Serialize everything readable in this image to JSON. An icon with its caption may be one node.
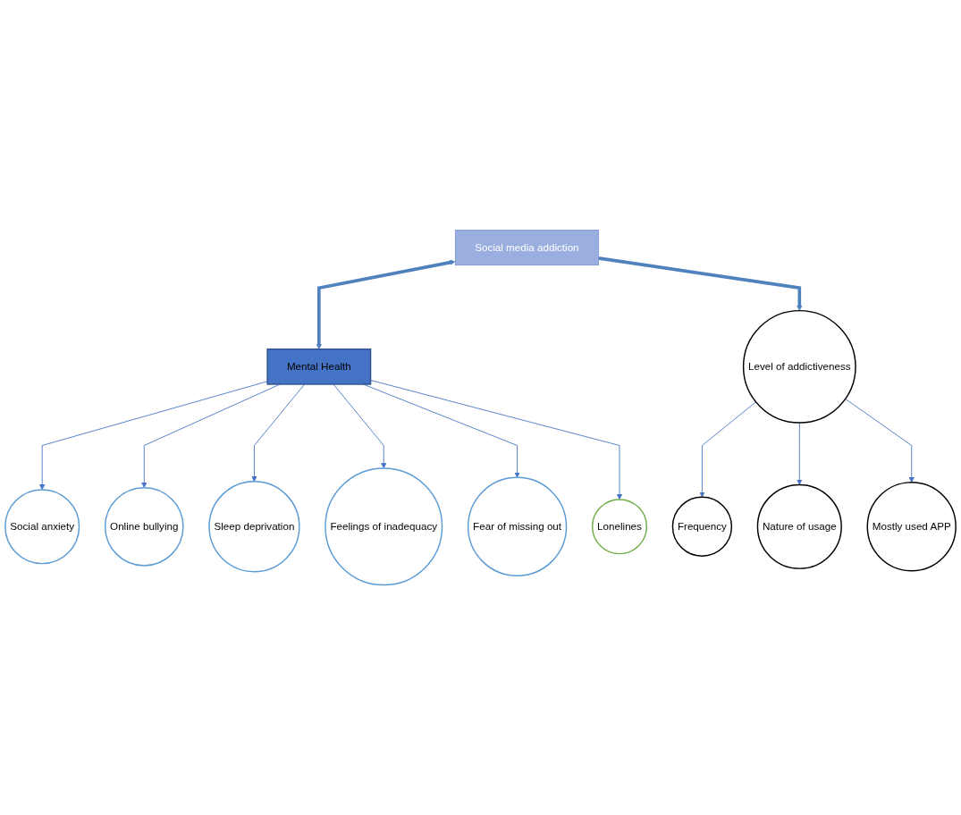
{
  "diagram": {
    "nodes": [
      {
        "text": [
          "Social media addiction"
        ]
      },
      {
        "text": [
          "Mental Health"
        ]
      },
      {
        "text": [
          "Social anxiety"
        ]
      },
      {
        "text": [
          "Online bullying"
        ]
      },
      {
        "text": [
          "Sleep deprivation"
        ]
      },
      {
        "text": [
          "Feelings of inadequacy"
        ]
      },
      {
        "text": [
          "Fear of missing out"
        ]
      },
      {
        "text": [
          "Lonelines"
        ]
      },
      {
        "text": [
          "Level of addictiveness"
        ]
      },
      {
        "text": [
          "Frequency"
        ]
      },
      {
        "text": [
          "Nature of usage"
        ]
      },
      {
        "text": [
          "Mostly used APP"
        ]
      }
    ],
    "edges": [
      {
        "from": 0,
        "to": 1,
        "arrow": "both",
        "style": "thick"
      },
      {
        "from": 0,
        "to": 8,
        "arrow": "to",
        "style": "thick"
      },
      {
        "from": 1,
        "to": 2,
        "arrow": "to"
      },
      {
        "from": 1,
        "to": 3,
        "arrow": "to"
      },
      {
        "from": 1,
        "to": 4,
        "arrow": "to"
      },
      {
        "from": 1,
        "to": 5,
        "arrow": "to"
      },
      {
        "from": 1,
        "to": 6,
        "arrow": "to"
      },
      {
        "from": 1,
        "to": 7,
        "arrow": "to"
      },
      {
        "from": 8,
        "to": 9,
        "arrow": "to"
      },
      {
        "from": 8,
        "to": 10,
        "arrow": "to"
      },
      {
        "from": 8,
        "to": 11,
        "arrow": "to"
      }
    ]
  }
}
